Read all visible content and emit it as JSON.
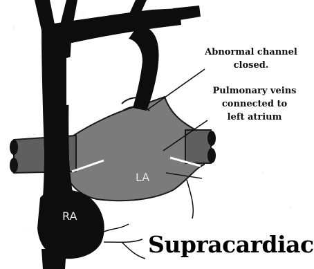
{
  "diagram": {
    "annotations": {
      "channel": [
        "Abnormal channel",
        "closed."
      ],
      "veins": [
        "Pulmonary veins",
        "connected to",
        "left atrium"
      ]
    },
    "chamber_labels": {
      "la": "LA",
      "ra": "RA"
    },
    "title": "Supracardiac",
    "colors": {
      "vessel": "#0d0d0d",
      "left_atrium": "#7b7b7b",
      "pulmonary_vein": "#5f5f5f",
      "label_on_dark": "#e6e6e6",
      "background": "#ffffff"
    }
  }
}
